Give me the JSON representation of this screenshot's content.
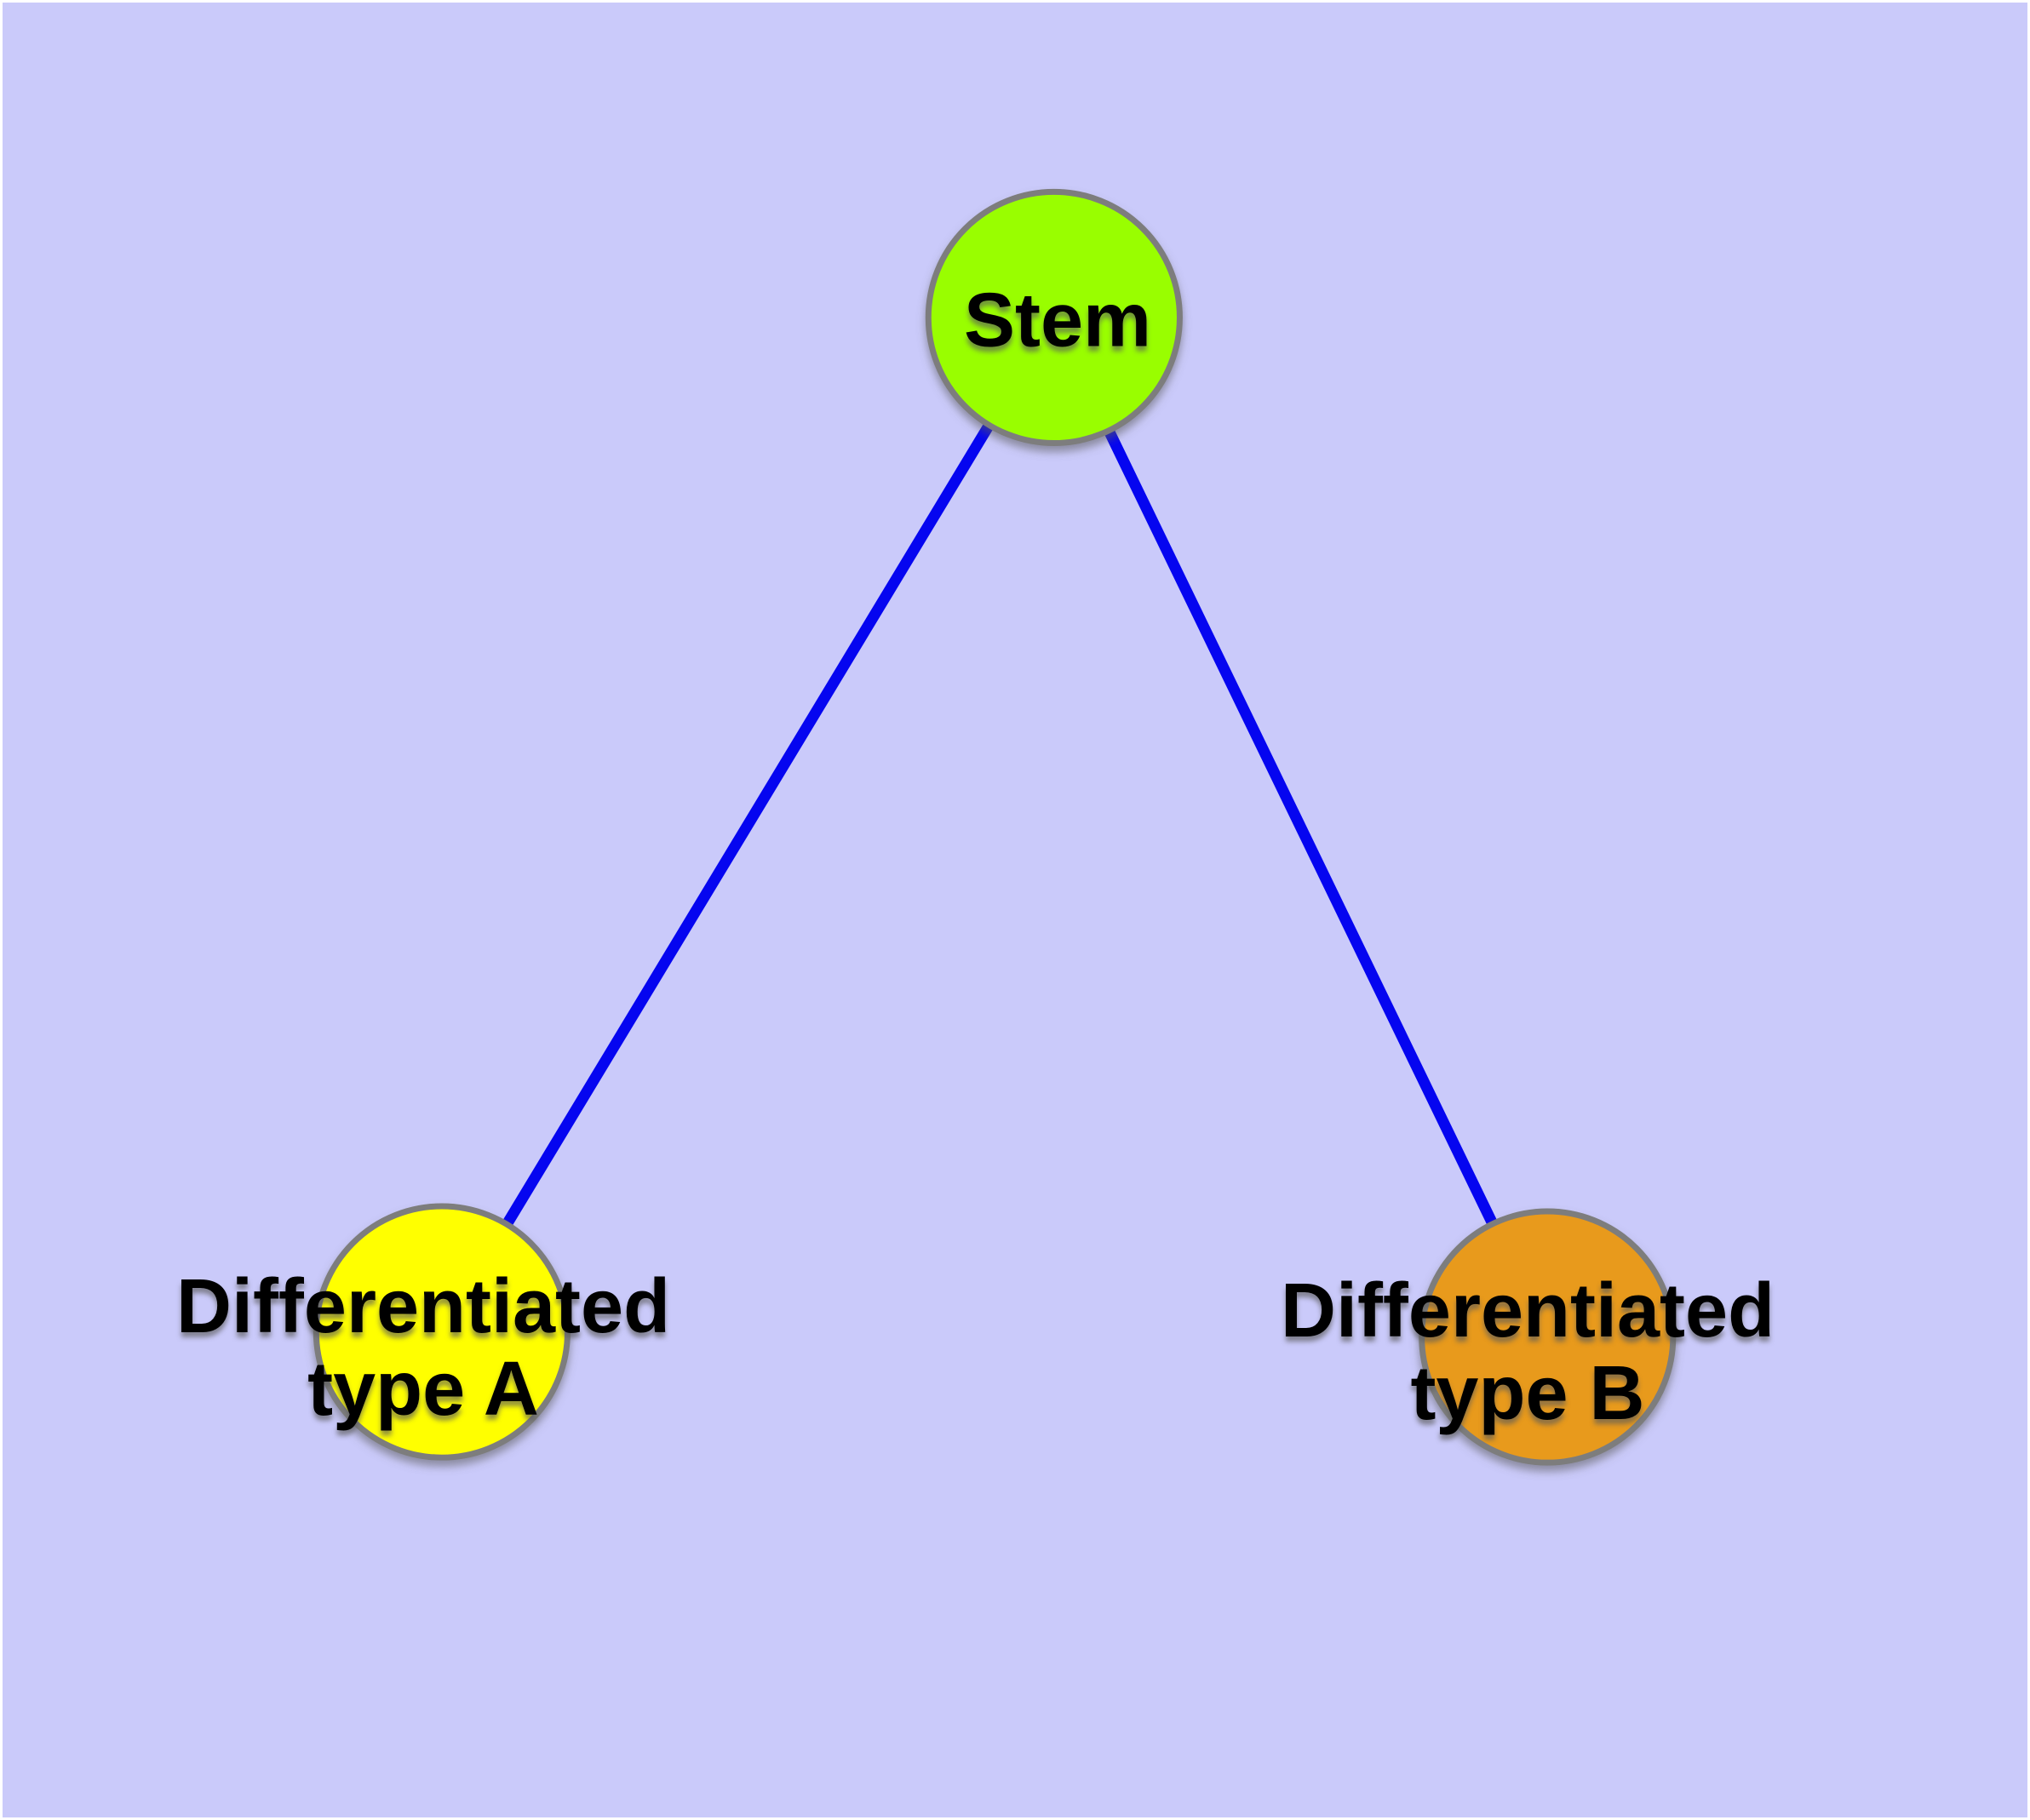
{
  "diagram": {
    "type": "graph",
    "description": "Stem cell differentiation tree with one root node and two differentiated child nodes",
    "background_color": "#CACAFA",
    "frame_color": "#FFFFFF",
    "node_border_color": "#7D7D7D",
    "edge_color": "#0505F0",
    "label_color": "#000000",
    "nodes": [
      {
        "id": "stem",
        "label": "Stem",
        "fill_color": "#99FE01"
      },
      {
        "id": "differentiated-type-a",
        "label": "Differentiated\ntype A",
        "fill_color": "#FFFF00"
      },
      {
        "id": "differentiated-type-b",
        "label": "Differentiated\ntype B",
        "fill_color": "#E89A1C"
      }
    ],
    "edges": [
      {
        "from": "stem",
        "to": "differentiated-type-a"
      },
      {
        "from": "stem",
        "to": "differentiated-type-b"
      }
    ]
  }
}
